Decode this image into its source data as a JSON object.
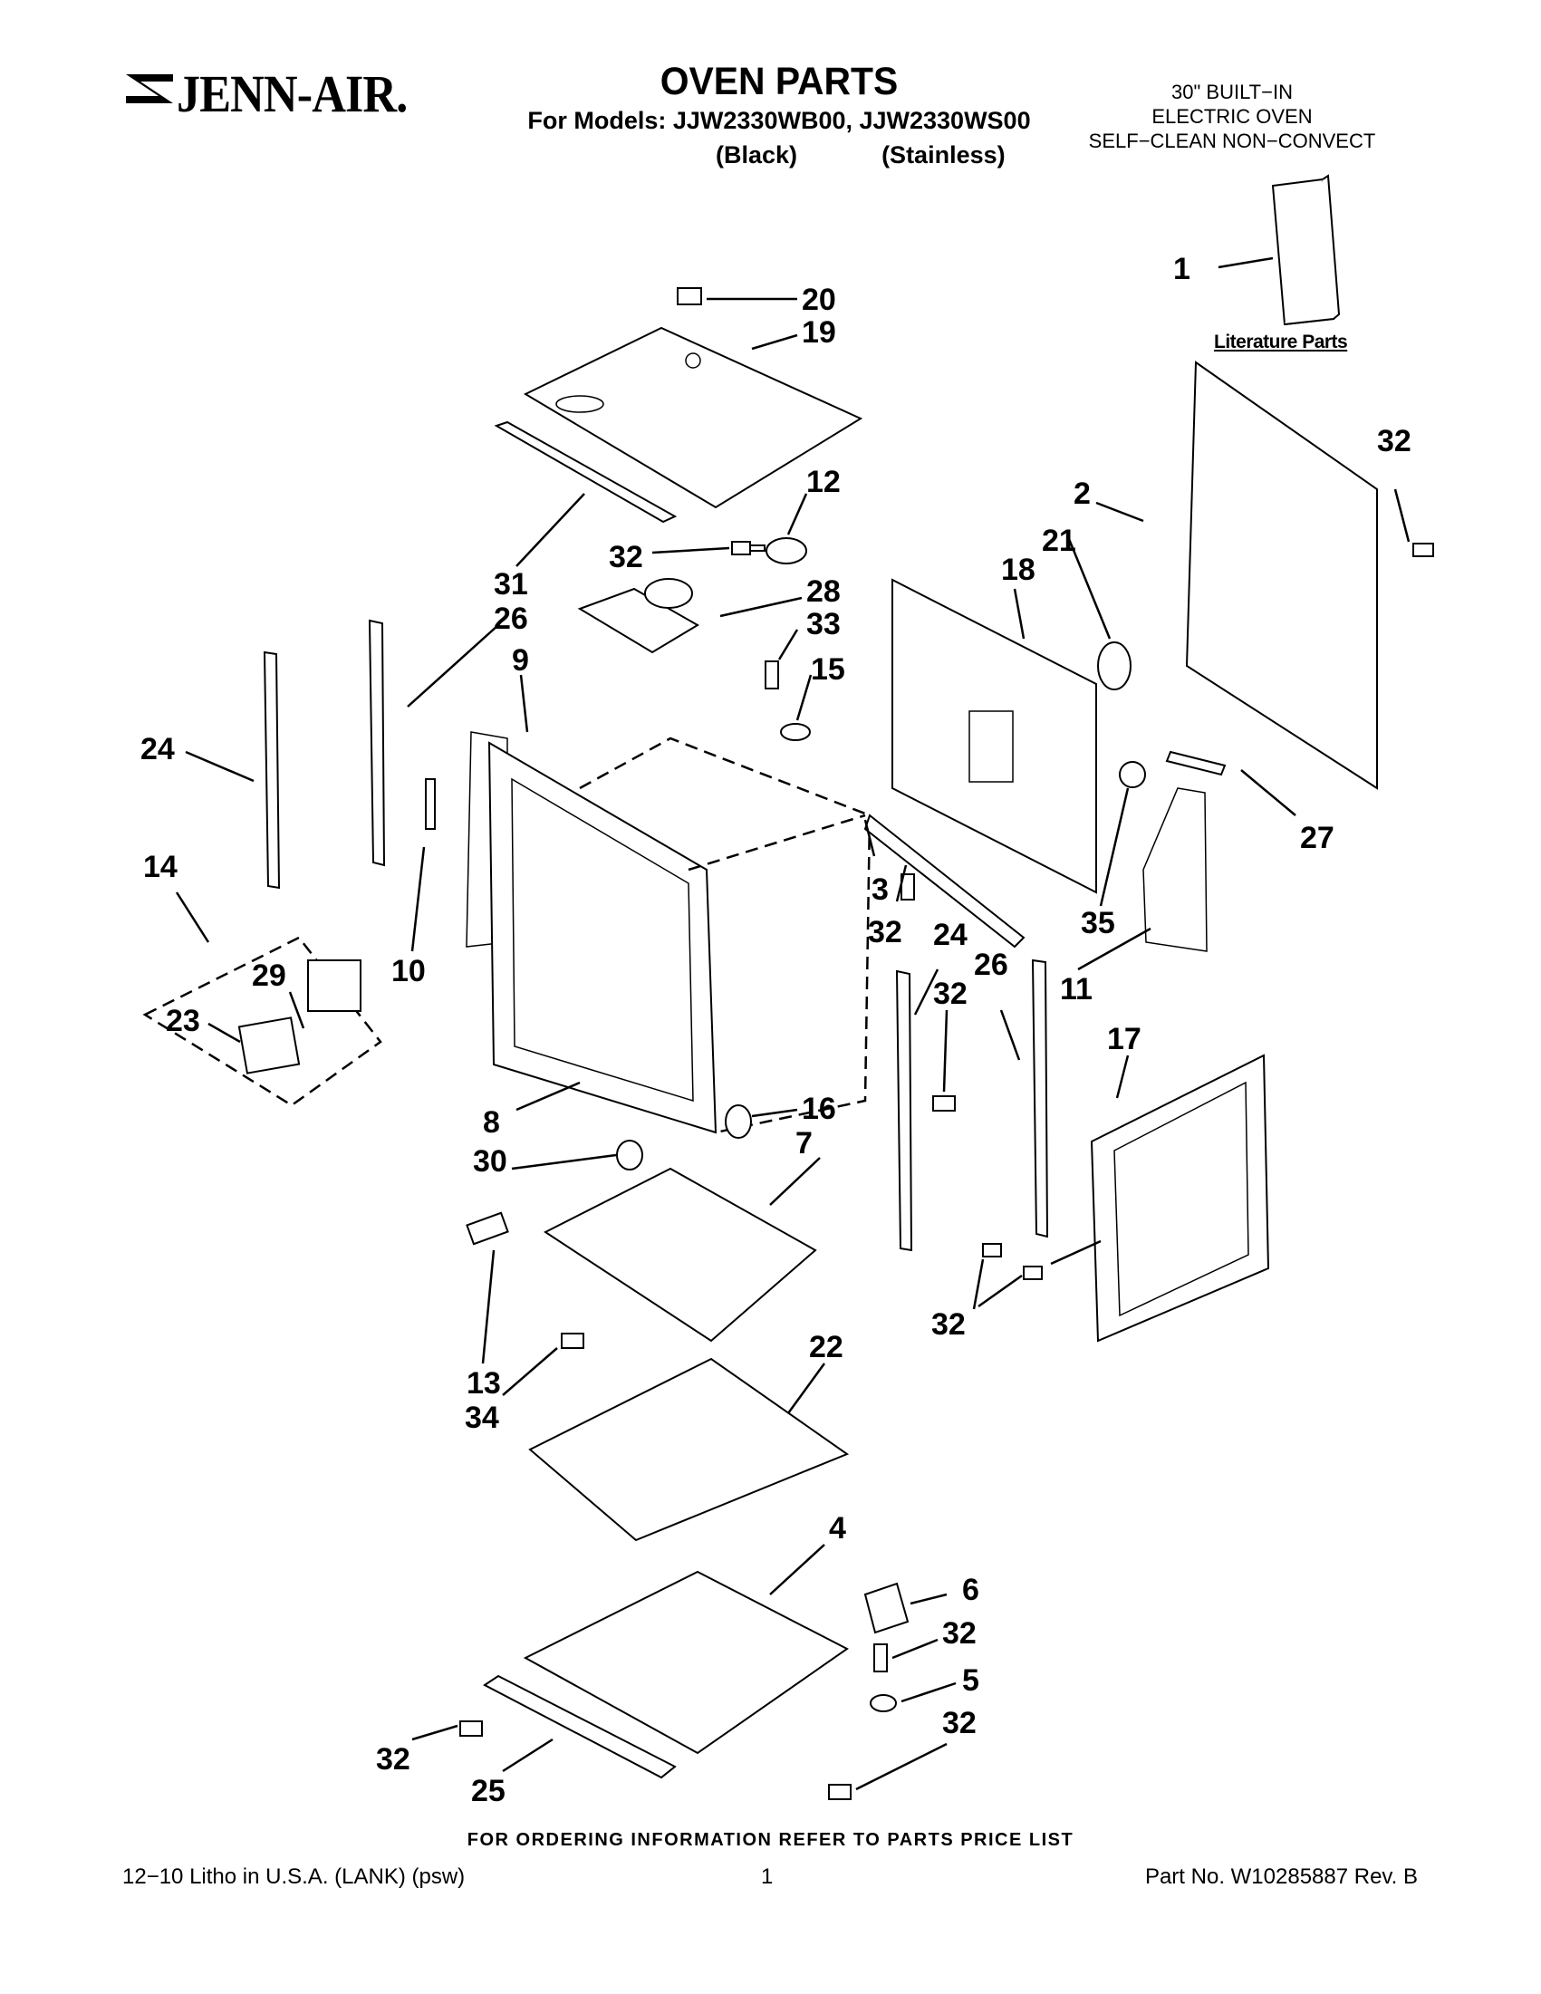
{
  "header": {
    "brand": "JENN-AIR.",
    "title": "OVEN PARTS",
    "models_line": "For Models: JJW2330WB00, JJW2330WS00",
    "variant_black": "(Black)",
    "variant_stainless": "(Stainless)",
    "specs": [
      "30\" BUILT−IN",
      "ELECTRIC OVEN",
      "SELF−CLEAN NON−CONVECT"
    ]
  },
  "literature_label": "Literature Parts",
  "callouts": [
    {
      "id": "c1",
      "label": "1"
    },
    {
      "id": "c20",
      "label": "20"
    },
    {
      "id": "c19",
      "label": "19"
    },
    {
      "id": "c32a",
      "label": "32"
    },
    {
      "id": "c2",
      "label": "2"
    },
    {
      "id": "c12",
      "label": "12"
    },
    {
      "id": "c21",
      "label": "21"
    },
    {
      "id": "c32b",
      "label": "32"
    },
    {
      "id": "c18",
      "label": "18"
    },
    {
      "id": "c28",
      "label": "28"
    },
    {
      "id": "c31",
      "label": "31"
    },
    {
      "id": "c33",
      "label": "33"
    },
    {
      "id": "c26a",
      "label": "26"
    },
    {
      "id": "c15",
      "label": "15"
    },
    {
      "id": "c9",
      "label": "9"
    },
    {
      "id": "c24a",
      "label": "24"
    },
    {
      "id": "c27",
      "label": "27"
    },
    {
      "id": "c14",
      "label": "14"
    },
    {
      "id": "c3",
      "label": "3"
    },
    {
      "id": "c35",
      "label": "35"
    },
    {
      "id": "c24b",
      "label": "24"
    },
    {
      "id": "c32c",
      "label": "32"
    },
    {
      "id": "c26b",
      "label": "26"
    },
    {
      "id": "c29",
      "label": "29"
    },
    {
      "id": "c10",
      "label": "10"
    },
    {
      "id": "c32d",
      "label": "32"
    },
    {
      "id": "c11",
      "label": "11"
    },
    {
      "id": "c23",
      "label": "23"
    },
    {
      "id": "c17",
      "label": "17"
    },
    {
      "id": "c16",
      "label": "16"
    },
    {
      "id": "c8",
      "label": "8"
    },
    {
      "id": "c7",
      "label": "7"
    },
    {
      "id": "c30",
      "label": "30"
    },
    {
      "id": "c32e",
      "label": "32"
    },
    {
      "id": "c22",
      "label": "22"
    },
    {
      "id": "c13",
      "label": "13"
    },
    {
      "id": "c34",
      "label": "34"
    },
    {
      "id": "c4",
      "label": "4"
    },
    {
      "id": "c6",
      "label": "6"
    },
    {
      "id": "c32f",
      "label": "32"
    },
    {
      "id": "c5",
      "label": "5"
    },
    {
      "id": "c32g",
      "label": "32"
    },
    {
      "id": "c32h",
      "label": "32"
    },
    {
      "id": "c25",
      "label": "25"
    }
  ],
  "footer": {
    "ordering": "FOR ORDERING INFORMATION REFER TO PARTS PRICE LIST",
    "litho": "12−10 Litho in U.S.A. (LANK) (psw)",
    "page": "1",
    "part_no": "Part No. W10285887 Rev. B"
  }
}
